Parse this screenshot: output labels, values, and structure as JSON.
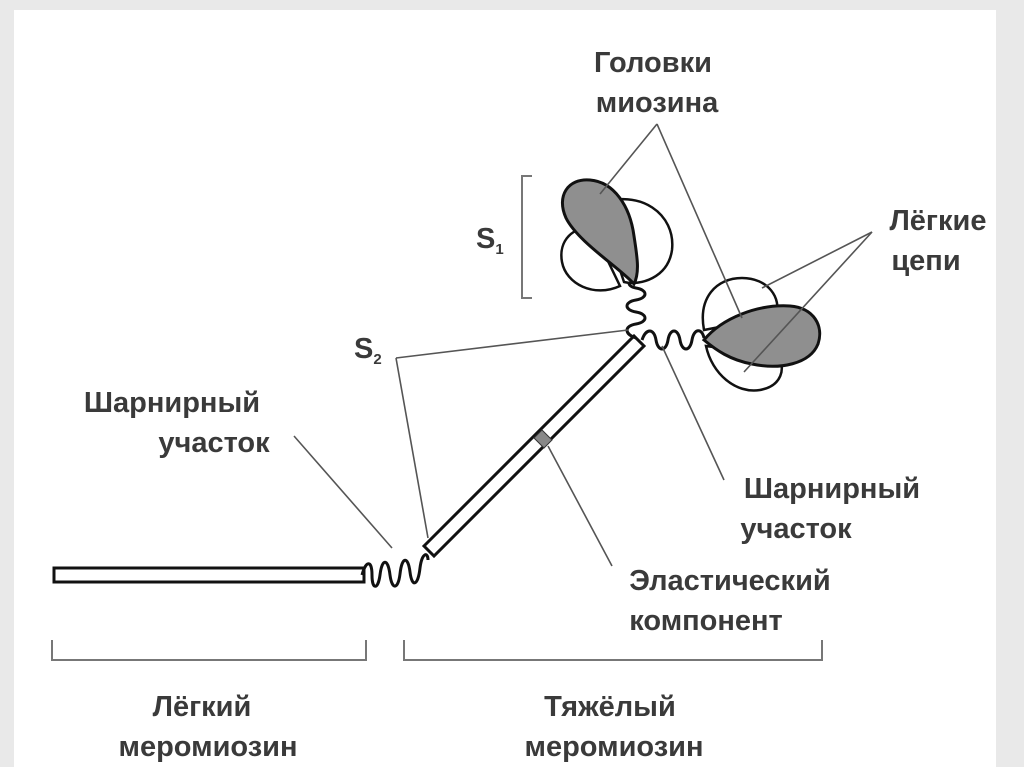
{
  "labels": {
    "myosin_heads": [
      "Головки",
      "миозина"
    ],
    "light_chains": [
      "Лёгкие",
      "цепи"
    ],
    "s1": "S",
    "s1_sub": "1",
    "s2": "S",
    "s2_sub": "2",
    "hinge_left": [
      "Шарнирный",
      "участок"
    ],
    "hinge_right": [
      "Шарнирный",
      "участок"
    ],
    "elastic": [
      "Эластический",
      "компонент"
    ],
    "light_meromyosin": [
      "Лёгкий",
      "меромиозин"
    ],
    "heavy_meromyosin": [
      "Тяжёлый",
      "меромиозин"
    ]
  },
  "colors": {
    "background": "#e9e9e9",
    "panel": "#ffffff",
    "stroke": "#111111",
    "head_fill": "#8f8f8f",
    "text": "#3a3a3a",
    "leader": "#555555",
    "bracket": "#777777"
  }
}
